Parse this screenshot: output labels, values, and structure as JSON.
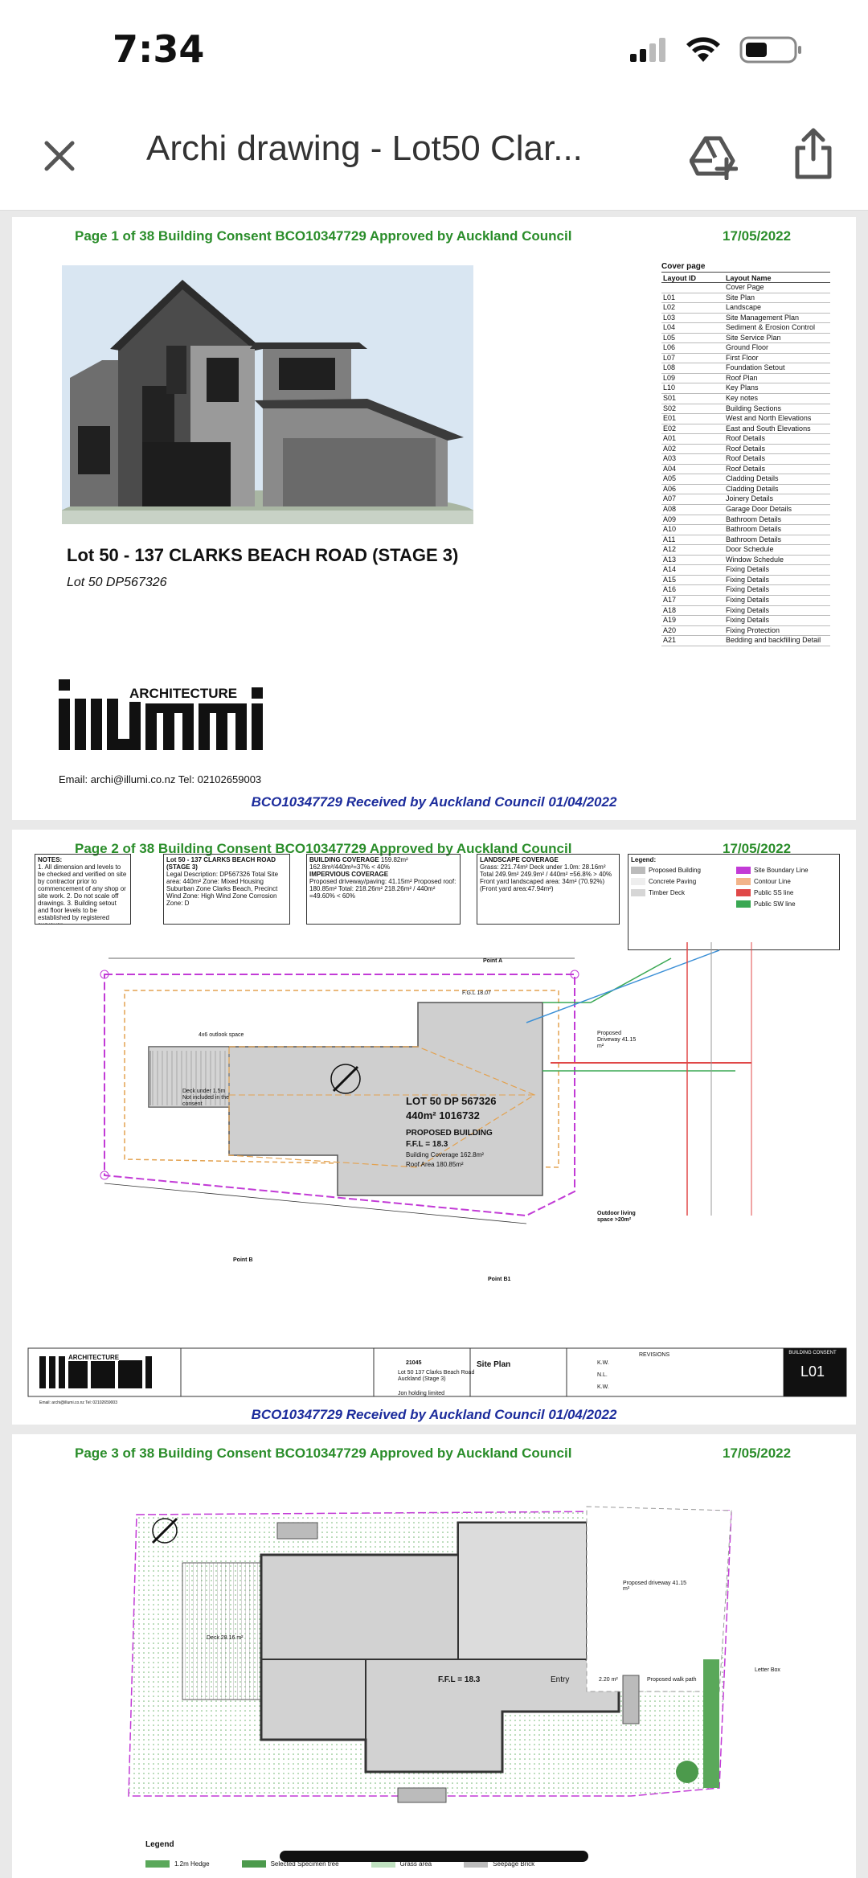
{
  "status_bar": {
    "time": "7:34"
  },
  "toolbar": {
    "title": "Archi drawing - Lot50  Clar..."
  },
  "page_header": {
    "page1": "Page 1 of 38   Building Consent BCO10347729 Approved by Auckland Council",
    "page2": "Page 2 of 38   Building Consent BCO10347729 Approved by Auckland Council",
    "page3": "Page 3 of 38   Building Consent BCO10347729 Approved by Auckland Council",
    "date": "17/05/2022",
    "received": "BCO10347729 Received by Auckland Council 01/04/2022"
  },
  "cover": {
    "lot_title": "Lot 50 - 137 CLARKS BEACH ROAD (STAGE 3)",
    "lot_sub": "Lot 50 DP567326",
    "logo_text": "ARCHITECTURE",
    "email": "Email: archi@illumi.co.nz Tel: 02102659003",
    "layout_table": {
      "heading": "Cover page",
      "col_id": "Layout ID",
      "col_name": "Layout Name",
      "rows": [
        [
          "",
          "Cover Page"
        ],
        [
          "L01",
          "Site Plan"
        ],
        [
          "L02",
          "Landscape"
        ],
        [
          "L03",
          "Site Management Plan"
        ],
        [
          "L04",
          "Sediment & Erosion Control"
        ],
        [
          "L05",
          "Site Service Plan"
        ],
        [
          "L06",
          "Ground Floor"
        ],
        [
          "L07",
          "First Floor"
        ],
        [
          "L08",
          "Foundation Setout"
        ],
        [
          "L09",
          "Roof Plan"
        ],
        [
          "L10",
          "Key Plans"
        ],
        [
          "S01",
          "Key notes"
        ],
        [
          "S02",
          " Building Sections"
        ],
        [
          "E01",
          "West and North Elevations"
        ],
        [
          "E02",
          "East and South Elevations"
        ],
        [
          "A01",
          "Roof Details"
        ],
        [
          "A02",
          "Roof Details"
        ],
        [
          "A03",
          "Roof Details"
        ],
        [
          "A04",
          "Roof Details"
        ],
        [
          "A05",
          "Cladding Details"
        ],
        [
          "A06",
          "Cladding Details"
        ],
        [
          "A07",
          "Joinery Details"
        ],
        [
          "A08",
          "Garage Door Details"
        ],
        [
          "A09",
          "Bathroom Details"
        ],
        [
          "A10",
          "Bathroom Details"
        ],
        [
          "A11",
          "Bathroom Details"
        ],
        [
          "A12",
          "Door Schedule"
        ],
        [
          "A13",
          "Window Schedule"
        ],
        [
          "A14",
          "Fixing Details"
        ],
        [
          "A15",
          "Fixing Details"
        ],
        [
          "A16",
          "Fixing Details"
        ],
        [
          "A17",
          "Fixing Details"
        ],
        [
          "A18",
          "Fixing Details"
        ],
        [
          "A19",
          "Fixing Details"
        ],
        [
          "A20",
          "Fixing Protection"
        ],
        [
          "A21",
          "Bedding and backfilling Detail"
        ]
      ]
    }
  },
  "site_plan": {
    "notes_title": "NOTES:",
    "notes": "1. All dimension and levels to be checked and verified on site by contractor prior to commencement of any shop or site work. 2. Do not scale off drawings. 3. Building setout and floor levels to be established by registered surveyor.",
    "lot_box_title": "Lot 50 - 137 CLARKS BEACH ROAD (STAGE 3)",
    "lot_box_text": "Legal Description: DP567326 Total Site area: 440m² Zone: Mixed Housing Suburban Zone Clarks Beach, Precinct Wind Zone: High Wind Zone Corrosion Zone: D",
    "coverage_title": "BUILDING COVERAGE",
    "coverage_value": "159.82m²",
    "coverage_text": "162.8m²/440m²=37% < 40%",
    "impervious_title": "IMPERVIOUS COVERAGE",
    "impervious_text": "Proposed driveway/paving: 41.15m²  Proposed roof: 180.85m²  Total: 218.26m²  218.26m² / 440m² =49.60% < 60%",
    "landscape_title": "LANDSCAPE COVERAGE",
    "landscape_text": "Grass: 221.74m²  Deck under 1.0m: 28.16m²  Total 249.9m²  249.9m² / 440m² =56.8% > 40%  Front yard landscaped area: 34m² (70.92%) (Front yard area:47.94m²)",
    "legend_title": "Legend:",
    "legend_items": [
      "Proposed Building",
      "Concrete Paving",
      "Timber Deck",
      "Site Boundary Line",
      "Contour Line",
      "Public SS line",
      "Public SW line"
    ],
    "lot_label": "LOT 50 DP 567326",
    "area_label": "440m² 1016732",
    "proposed_label": "PROPOSED BUILDING",
    "ffl_label": "F.F.L = 18.3",
    "bcov_label": "Building Coverage 162.8m²",
    "roof_label": "Roof Area 180.85m²",
    "outlook": "4x6 outlook space",
    "deck_note": "Deck under 1.5m Not included in the consent",
    "driveway": "Proposed Driveway 41.15 m²",
    "outdoor": "Outdoor living space >20m²",
    "point_a": "Point A",
    "point_b": "Point B",
    "point_b1": "Point B1",
    "fgl": "F.G.L 18.07",
    "project_no": "21045",
    "project": "Lot 50 137 Clarks Beach Road Auckland (Stage 3)",
    "for": "Jon holding limited",
    "sheet_name": "Site Plan",
    "sheet_id": "L01",
    "revisions": "REVISIONS",
    "consent": "BUILDING CONSENT",
    "design_by": "K.W.",
    "drawn_by": "N.L.",
    "checked_by": "K.W."
  },
  "floor_plan": {
    "deck": "Deck 28.16 m²",
    "ffl": "F.F.L = 18.3",
    "entry": "Entry",
    "driveway": "Proposed driveway 41.15 m²",
    "walkpath": "Proposed walk path",
    "letterbox": "Letter Box",
    "area": "2.20 m²",
    "legend_title": "Legend",
    "legend_items": [
      "1.2m Hedge",
      "Selected Specimen tree",
      "Grass area",
      "Seepage Brick"
    ]
  }
}
